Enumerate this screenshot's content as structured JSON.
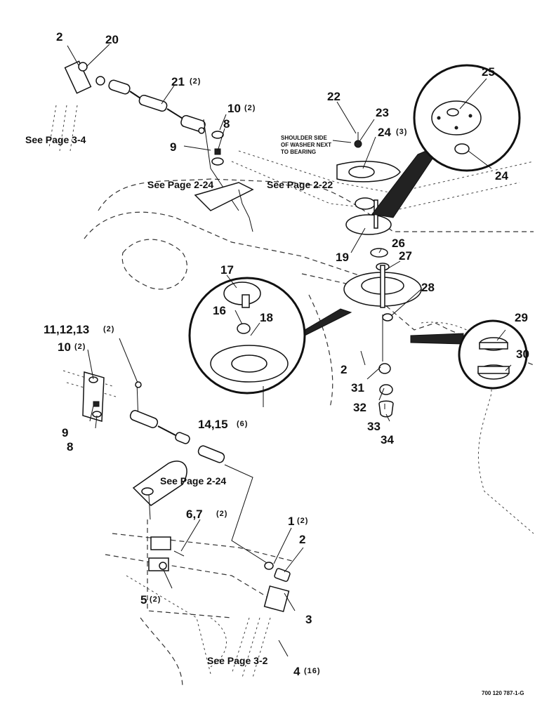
{
  "labels": {
    "l2a": "2",
    "l20": "20",
    "l21": "21",
    "l21q": "(2)",
    "l10a": "10",
    "l10aq": "(2)",
    "l8a": "8",
    "l9a": "9",
    "l22": "22",
    "l23": "23",
    "l24a": "24",
    "l24aq": "(3)",
    "l25": "25",
    "l24b": "24",
    "l19": "19",
    "l26": "26",
    "l27": "27",
    "l28": "28",
    "l17": "17",
    "l16": "16",
    "l18": "18",
    "l29": "29",
    "l30": "30",
    "l2b": "2",
    "l31": "31",
    "l32": "32",
    "l33": "33",
    "l34": "34",
    "l14": "14,15",
    "l14q": "(6)",
    "l11": "11,12,13",
    "l11q": "(2)",
    "l10b": "10",
    "l10bq": "(2)",
    "l9b": "9",
    "l8b": "8",
    "l6": "6,7",
    "l6q": "(2)",
    "l1": "1",
    "l1q": "(2)",
    "l2c": "2",
    "l5": "5",
    "l5q": "(2)",
    "l3": "3",
    "l4": "4",
    "l4q": "(16)"
  },
  "references": {
    "page34": "See Page 3-4",
    "page224a": "See Page 2-24",
    "page222": "See Page 2-22",
    "page224b": "See Page 2-24",
    "page32": "See Page 3-2"
  },
  "note": {
    "line1": "SHOULDER SIDE",
    "line2": "OF WASHER NEXT",
    "line3": "TO BEARING"
  },
  "figure_id": "700 120 787-1-G"
}
